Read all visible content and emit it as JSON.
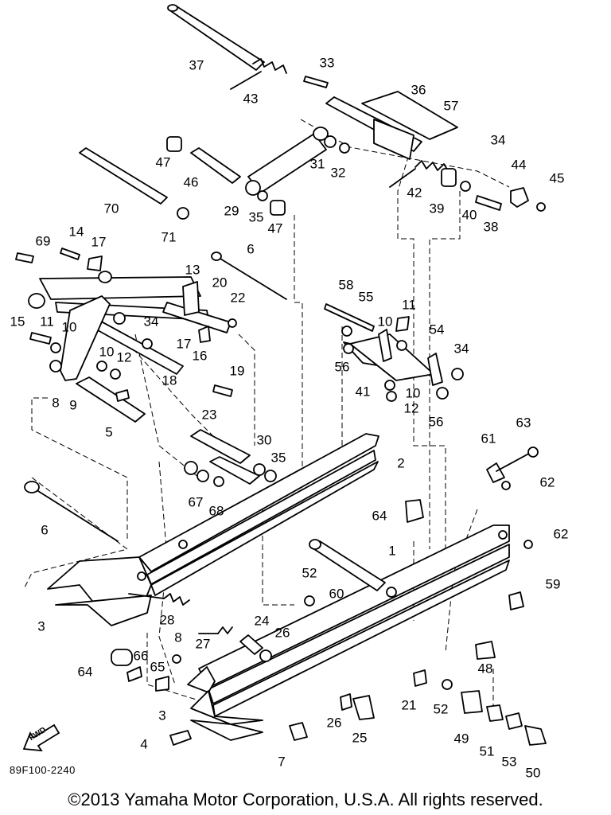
{
  "diagram": {
    "code": "89F100-2240",
    "copyright": "©2013 Yamaha Motor Corporation, U.S.A. All rights reserved.",
    "fwd_label": "FWD",
    "callouts": [
      {
        "n": "37"
      },
      {
        "n": "43"
      },
      {
        "n": "33"
      },
      {
        "n": "36"
      },
      {
        "n": "57"
      },
      {
        "n": "34"
      },
      {
        "n": "47"
      },
      {
        "n": "46"
      },
      {
        "n": "31"
      },
      {
        "n": "32"
      },
      {
        "n": "44"
      },
      {
        "n": "45"
      },
      {
        "n": "70"
      },
      {
        "n": "29"
      },
      {
        "n": "35"
      },
      {
        "n": "47"
      },
      {
        "n": "42"
      },
      {
        "n": "39"
      },
      {
        "n": "40"
      },
      {
        "n": "38"
      },
      {
        "n": "71"
      },
      {
        "n": "69"
      },
      {
        "n": "14"
      },
      {
        "n": "17"
      },
      {
        "n": "6"
      },
      {
        "n": "13"
      },
      {
        "n": "20"
      },
      {
        "n": "22"
      },
      {
        "n": "15"
      },
      {
        "n": "34"
      },
      {
        "n": "11"
      },
      {
        "n": "10"
      },
      {
        "n": "17"
      },
      {
        "n": "16"
      },
      {
        "n": "58"
      },
      {
        "n": "55"
      },
      {
        "n": "11"
      },
      {
        "n": "10"
      },
      {
        "n": "54"
      },
      {
        "n": "34"
      },
      {
        "n": "56"
      },
      {
        "n": "41"
      },
      {
        "n": "10"
      },
      {
        "n": "12"
      },
      {
        "n": "56"
      },
      {
        "n": "10"
      },
      {
        "n": "12"
      },
      {
        "n": "18"
      },
      {
        "n": "19"
      },
      {
        "n": "8"
      },
      {
        "n": "9"
      },
      {
        "n": "5"
      },
      {
        "n": "23"
      },
      {
        "n": "30"
      },
      {
        "n": "35"
      },
      {
        "n": "2"
      },
      {
        "n": "63"
      },
      {
        "n": "61"
      },
      {
        "n": "62"
      },
      {
        "n": "67"
      },
      {
        "n": "68"
      },
      {
        "n": "6"
      },
      {
        "n": "64"
      },
      {
        "n": "62"
      },
      {
        "n": "1"
      },
      {
        "n": "52"
      },
      {
        "n": "60"
      },
      {
        "n": "59"
      },
      {
        "n": "3"
      },
      {
        "n": "28"
      },
      {
        "n": "8"
      },
      {
        "n": "24"
      },
      {
        "n": "27"
      },
      {
        "n": "26"
      },
      {
        "n": "64"
      },
      {
        "n": "66"
      },
      {
        "n": "65"
      },
      {
        "n": "48"
      },
      {
        "n": "21"
      },
      {
        "n": "52"
      },
      {
        "n": "3"
      },
      {
        "n": "26"
      },
      {
        "n": "4"
      },
      {
        "n": "7"
      },
      {
        "n": "25"
      },
      {
        "n": "49"
      },
      {
        "n": "51"
      },
      {
        "n": "53"
      },
      {
        "n": "50"
      }
    ]
  }
}
